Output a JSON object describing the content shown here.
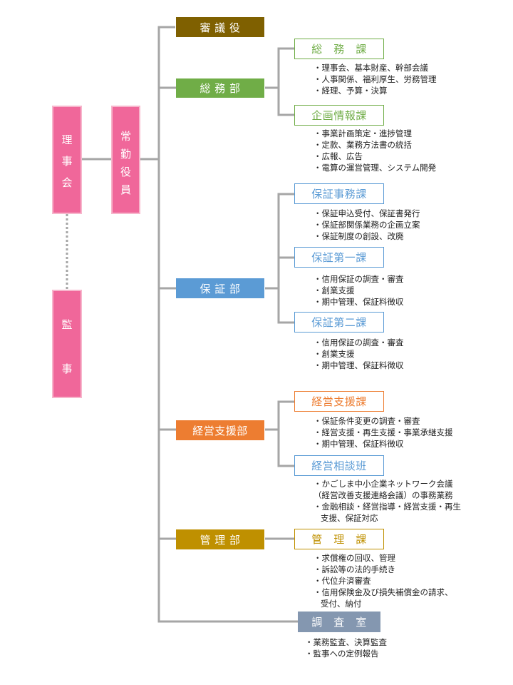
{
  "board": {
    "chars": [
      "理",
      "事",
      "会"
    ]
  },
  "auditor": {
    "chars": [
      "監",
      "事"
    ]
  },
  "executive": {
    "chars": [
      "常",
      "勤",
      "役",
      "員"
    ]
  },
  "councilor": {
    "label": "審 議 役"
  },
  "colors": {
    "line": "#a6a6a6",
    "councilor": "#7f6000",
    "general": "#70ad47",
    "guarantee": "#5b9bd5",
    "support": "#ed7d31",
    "management": "#bf9000",
    "audit": "#8497b0",
    "board": "#f0679a"
  },
  "departments": [
    {
      "label": "総 務 部",
      "sections": [
        {
          "label": "総　務　課",
          "items": [
            "・理事会、基本財産、幹部会議",
            "・人事関係、福利厚生、労務管理",
            "・経理、予算・決算"
          ]
        },
        {
          "label": "企画情報課",
          "items": [
            "・事業計画策定・進捗管理",
            "・定款、業務方法書の統括",
            "・広報、広告",
            "・電算の運営管理、システム開発"
          ]
        }
      ]
    },
    {
      "label": "保 証 部",
      "sections": [
        {
          "label": "保証事務課",
          "items": [
            "・保証申込受付、保証書発行",
            "・保証部関係業務の企画立案",
            "・保証制度の創設、改廃"
          ]
        },
        {
          "label": "保証第一課",
          "items": [
            "・信用保証の調査・審査",
            "・創業支援",
            "・期中管理、保証料徴収"
          ]
        },
        {
          "label": "保証第二課",
          "items": [
            "・信用保証の調査・審査",
            "・創業支援",
            "・期中管理、保証料徴収"
          ]
        }
      ]
    },
    {
      "label": "経営支援部",
      "sections": [
        {
          "label": "経営支援課",
          "items": [
            "・保証条件変更の調査・審査",
            "・経営支援・再生支援・事業承継支援",
            "・期中管理、保証料徴収"
          ]
        },
        {
          "label": "経営相談班",
          "items": [
            "・かごしま中小企業ネットワーク会議",
            "（経営改善支援連絡会議）の事務業務",
            "・金融相談・経営指導・経営支援・再生",
            "支援、保証対応"
          ]
        }
      ]
    },
    {
      "label": "管 理 部",
      "sections": [
        {
          "label": "管　理　課",
          "items": [
            "・求償権の回収、管理",
            "・訴訟等の法的手続き",
            "・代位弁済審査",
            "・信用保険金及び損失補償金の請求、",
            "受付、納付"
          ]
        }
      ]
    }
  ],
  "audit_office": {
    "label": "調　査　室",
    "items": [
      "・業務監査、決算監査",
      "・監事への定例報告"
    ]
  }
}
